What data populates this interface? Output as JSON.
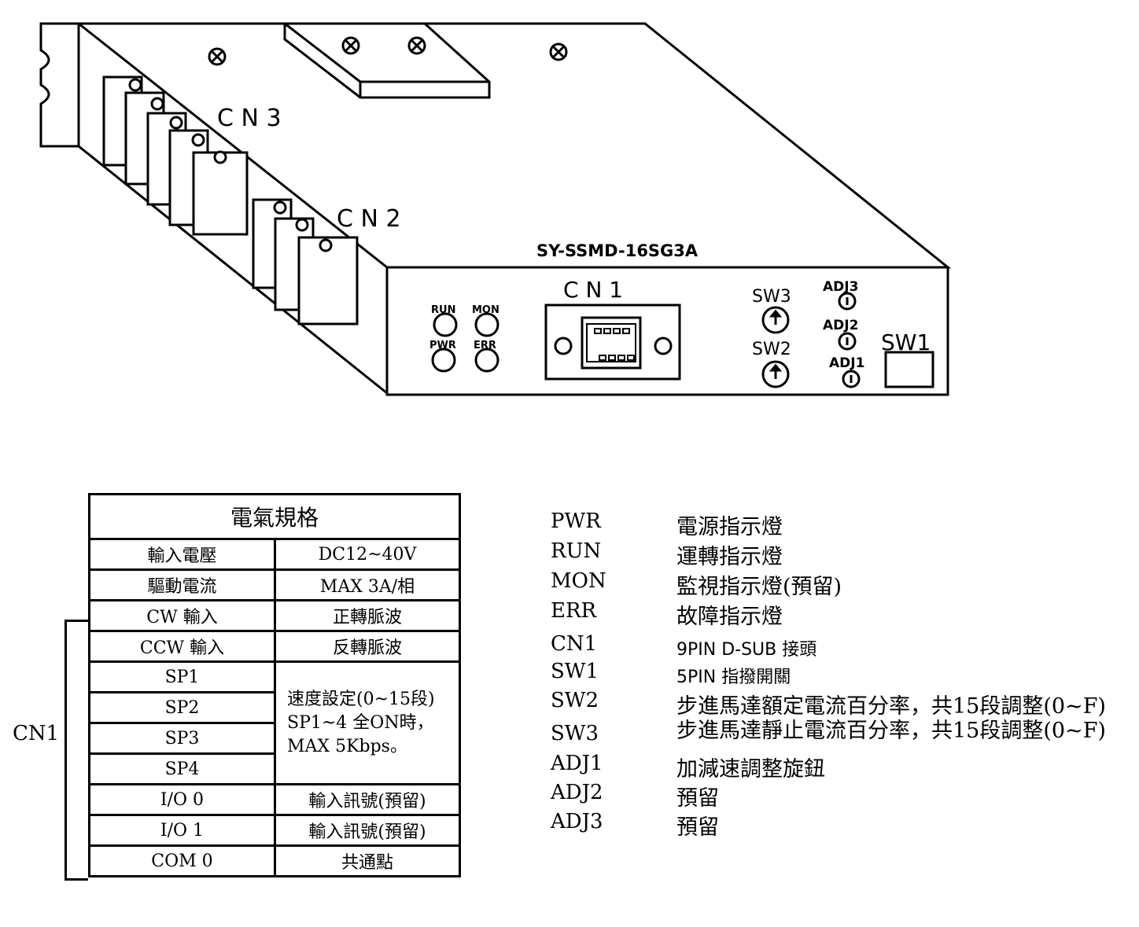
{
  "device": {
    "model": "SY-SSMD-16SG3A",
    "cn3_label": "C N 3",
    "cn2_label": "C N 2",
    "cn1_label": "C N 1",
    "leds": {
      "run": "RUN",
      "mon": "MON",
      "pwr": "PWR",
      "err": "ERR"
    },
    "sw3": "SW3",
    "sw2": "SW2",
    "sw1": "SW1",
    "adj3": "ADJ3",
    "adj2": "ADJ2",
    "adj1": "ADJ1"
  },
  "spec_table": {
    "title": "電氣規格",
    "rows": [
      {
        "name": "輸入電壓",
        "value": "DC12~40V"
      },
      {
        "name": "驅動電流",
        "value": "MAX 3A/相"
      },
      {
        "name": "CW 輸入",
        "value": "正轉脈波"
      },
      {
        "name": "CCW 輸入",
        "value": "反轉脈波"
      },
      {
        "name": "SP1"
      },
      {
        "name": "SP2"
      },
      {
        "name": "SP3"
      },
      {
        "name": "SP4"
      },
      {
        "name": "I/O 0",
        "value": "輸入訊號(預留)"
      },
      {
        "name": "I/O 1",
        "value": "輸入訊號(預留)"
      },
      {
        "name": "COM 0",
        "value": "共通點"
      }
    ],
    "speed_lines": [
      "速度設定(0~15段)",
      "SP1~4 全ON時，",
      "MAX 5Kbps。"
    ],
    "group_label": "CN1"
  },
  "legend": [
    {
      "key": "PWR",
      "desc": "電源指示燈"
    },
    {
      "key": "RUN",
      "desc": "運轉指示燈"
    },
    {
      "key": "MON",
      "desc": "監視指示燈(預留)"
    },
    {
      "key": "ERR",
      "desc": "故障指示燈"
    },
    {
      "key": "CN1",
      "desc": "9PIN D-SUB 接頭"
    },
    {
      "key": "SW1",
      "desc": "5PIN 指撥開關"
    },
    {
      "key": "SW2",
      "desc": "步進馬達額定電流百分率，共15段調整(0~F)"
    },
    {
      "key": "SW3",
      "desc": "步進馬達靜止電流百分率，共15段調整(0~F)"
    },
    {
      "key": "ADJ1",
      "desc": "加減速調整旋鈕"
    },
    {
      "key": "ADJ2",
      "desc": "預留"
    },
    {
      "key": "ADJ3",
      "desc": "預留"
    }
  ]
}
